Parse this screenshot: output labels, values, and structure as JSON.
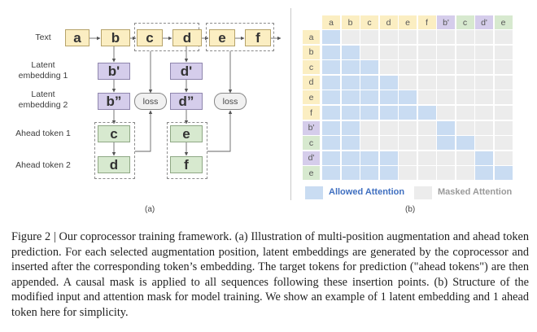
{
  "figure": {
    "panel_a": {
      "caption": "(a)",
      "row_labels": {
        "text": "Text",
        "latent1": [
          "Latent",
          "embedding 1"
        ],
        "latent2": [
          "Latent",
          "embedding 2"
        ],
        "ahead1": "Ahead token 1",
        "ahead2": "Ahead token 2"
      },
      "text_tokens": [
        "a",
        "b",
        "c",
        "d",
        "e",
        "f"
      ],
      "latent1_tokens": [
        "b'",
        "d'"
      ],
      "latent2_tokens": [
        "b”",
        "d”"
      ],
      "ahead1_tokens": [
        "c",
        "e"
      ],
      "ahead2_tokens": [
        "d",
        "f"
      ],
      "loss_labels": [
        "loss",
        "loss"
      ]
    },
    "panel_b": {
      "caption": "(b)",
      "col_headers": [
        {
          "label": "a",
          "kind": "text"
        },
        {
          "label": "b",
          "kind": "text"
        },
        {
          "label": "c",
          "kind": "text"
        },
        {
          "label": "d",
          "kind": "text"
        },
        {
          "label": "e",
          "kind": "text"
        },
        {
          "label": "f",
          "kind": "text"
        },
        {
          "label": "b'",
          "kind": "latent"
        },
        {
          "label": "c",
          "kind": "ahead"
        },
        {
          "label": "d'",
          "kind": "latent"
        },
        {
          "label": "e",
          "kind": "ahead"
        }
      ],
      "row_headers": [
        {
          "label": "a",
          "kind": "text"
        },
        {
          "label": "b",
          "kind": "text"
        },
        {
          "label": "c",
          "kind": "text"
        },
        {
          "label": "d",
          "kind": "text"
        },
        {
          "label": "e",
          "kind": "text"
        },
        {
          "label": "f",
          "kind": "text"
        },
        {
          "label": "b'",
          "kind": "latent"
        },
        {
          "label": "c",
          "kind": "ahead"
        },
        {
          "label": "d'",
          "kind": "latent"
        },
        {
          "label": "e",
          "kind": "ahead"
        }
      ],
      "mask": [
        [
          1,
          0,
          0,
          0,
          0,
          0,
          0,
          0,
          0,
          0
        ],
        [
          1,
          1,
          0,
          0,
          0,
          0,
          0,
          0,
          0,
          0
        ],
        [
          1,
          1,
          1,
          0,
          0,
          0,
          0,
          0,
          0,
          0
        ],
        [
          1,
          1,
          1,
          1,
          0,
          0,
          0,
          0,
          0,
          0
        ],
        [
          1,
          1,
          1,
          1,
          1,
          0,
          0,
          0,
          0,
          0
        ],
        [
          1,
          1,
          1,
          1,
          1,
          1,
          0,
          0,
          0,
          0
        ],
        [
          1,
          1,
          0,
          0,
          0,
          0,
          1,
          0,
          0,
          0
        ],
        [
          1,
          1,
          0,
          0,
          0,
          0,
          1,
          1,
          0,
          0
        ],
        [
          1,
          1,
          1,
          1,
          0,
          0,
          0,
          0,
          1,
          0
        ],
        [
          1,
          1,
          1,
          1,
          0,
          0,
          0,
          0,
          1,
          1
        ]
      ],
      "legend": {
        "allowed": "Allowed Attention",
        "masked": "Masked Attention"
      }
    },
    "colors": {
      "text_token": "#fbeec2",
      "latent_token": "#d5cdeb",
      "ahead_token": "#d7e9cf",
      "allowed": "#c9dcf2",
      "masked": "#ececec",
      "allowed_text": "#3f6fc0",
      "masked_text": "#9a9a9a"
    }
  },
  "caption": {
    "label": "Figure 2 | ",
    "text": "Our coprocessor training framework. (a) Illustration of multi-position augmentation and ahead token prediction. For each selected augmentation position, latent embeddings are generated by the coprocessor and inserted after the corresponding token’s embedding. The target tokens for prediction (\"ahead tokens\") are then appended. A causal mask is applied to all sequences following these insertion points. (b) Structure of the modified input and attention mask for model training. We show an example of 1 latent embedding and 1 ahead token here for simplicity."
  }
}
